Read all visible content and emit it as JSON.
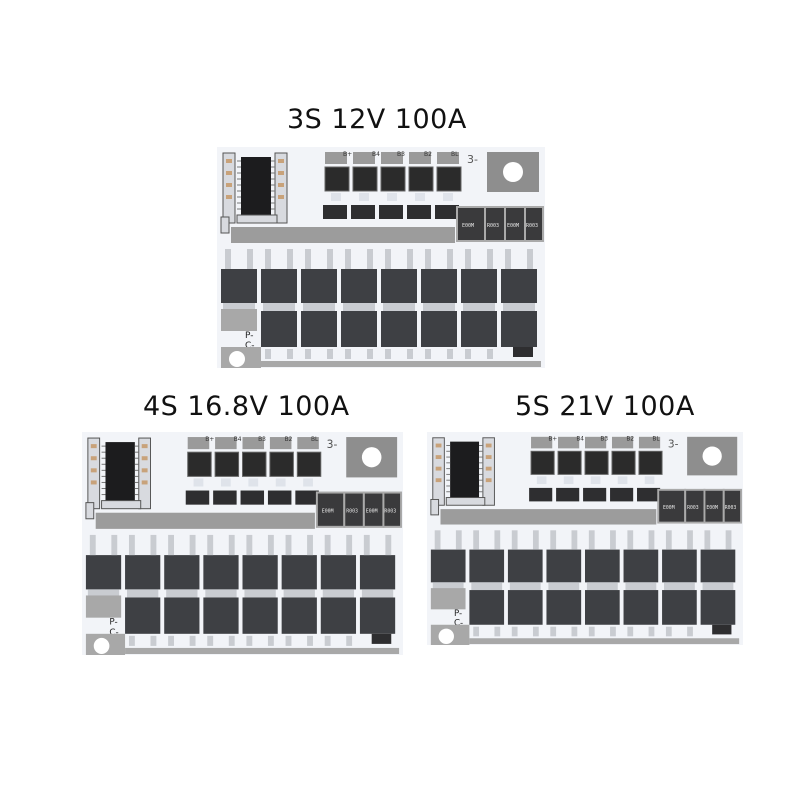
{
  "products": [
    {
      "title": "3S 12V 100A",
      "pcb_labels": {
        "b_plus": "B+",
        "b4": "B4",
        "b3": "B3",
        "b2": "B2",
        "bl": "BL",
        "minus3": "3-",
        "p_minus": "P-",
        "c_minus": "C-"
      },
      "shunt_markings": [
        "E00M",
        "R003",
        "E00M",
        "R003"
      ]
    },
    {
      "title": "4S 16.8V 100A",
      "pcb_labels": {
        "b_plus": "B+",
        "b4": "B4",
        "b3": "B3",
        "b2": "B2",
        "bl": "BL",
        "minus3": "3-",
        "p_minus": "P-",
        "c_minus": "C-"
      },
      "shunt_markings": [
        "E00M",
        "R003",
        "E00M",
        "R003"
      ]
    },
    {
      "title": "5S 21V 100A",
      "pcb_labels": {
        "b_plus": "B+",
        "b4": "B4",
        "b3": "B3",
        "b2": "B2",
        "bl": "BL",
        "minus3": "3-",
        "p_minus": "P-",
        "c_minus": "C-"
      },
      "shunt_markings": [
        "E00M",
        "R003",
        "E00M",
        "R003"
      ]
    }
  ],
  "colors": {
    "background": "#ffffff",
    "pcb": "#f2f4f8",
    "pad": "#9a9a9a",
    "mosfet": "#3e4044",
    "ic": "#1c1c1e",
    "lead": "#c9ccd1"
  }
}
